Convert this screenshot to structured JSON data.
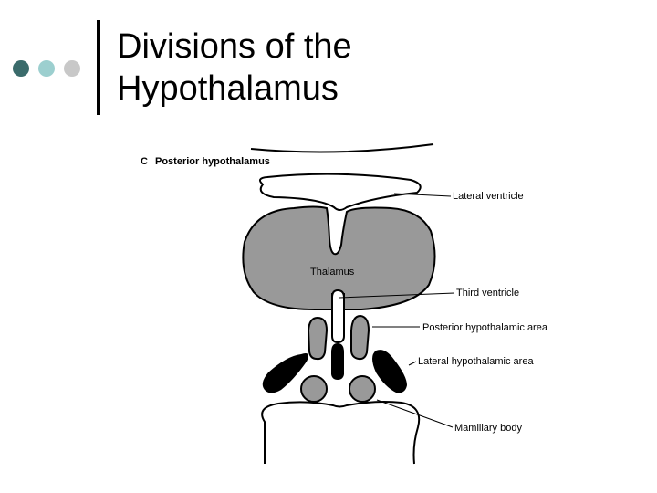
{
  "slide": {
    "title_line1": "Divisions of the",
    "title_line2": "Hypothalamus"
  },
  "decor": {
    "dot_colors": [
      "#3a6b6b",
      "#9ccfcf",
      "#c8c8c8"
    ]
  },
  "figure": {
    "panel_letter": "C",
    "panel_title": "Posterior hypothalamus",
    "thalamus_label": "Thalamus",
    "callouts": [
      "Lateral ventricle",
      "Third ventricle",
      "Posterior hypothalamic area",
      "Lateral hypothalamic area",
      "Mamillary body"
    ]
  }
}
